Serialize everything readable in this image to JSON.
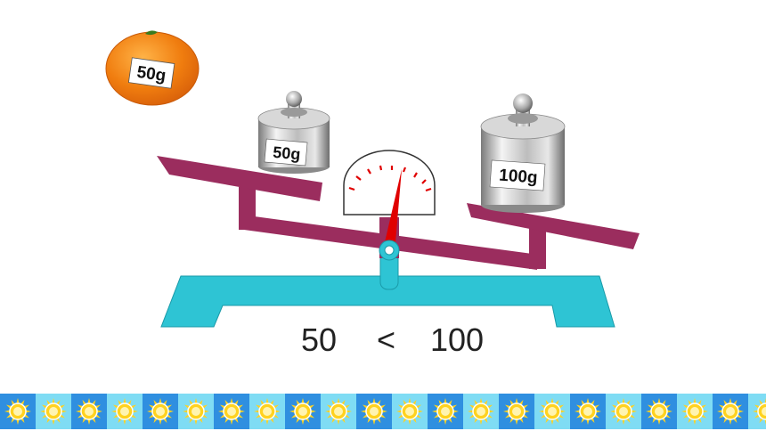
{
  "orange": {
    "label": "50g",
    "color": "#f07d0f",
    "highlight": "#f8a23a"
  },
  "weights": {
    "left": {
      "label": "50g"
    },
    "right": {
      "label": "100g"
    }
  },
  "scale": {
    "beam_color": "#9b2d5e",
    "base_color": "#2ec4d4",
    "needle_color": "#e00000",
    "tick_color": "#e00000"
  },
  "comparison": {
    "left_value": "50",
    "operator": "<",
    "right_value": "100"
  },
  "border": {
    "tile_dark": "#2f8fe0",
    "tile_light": "#7fdcf4",
    "sun_color": "#ffd21f",
    "tile_count": 22
  }
}
